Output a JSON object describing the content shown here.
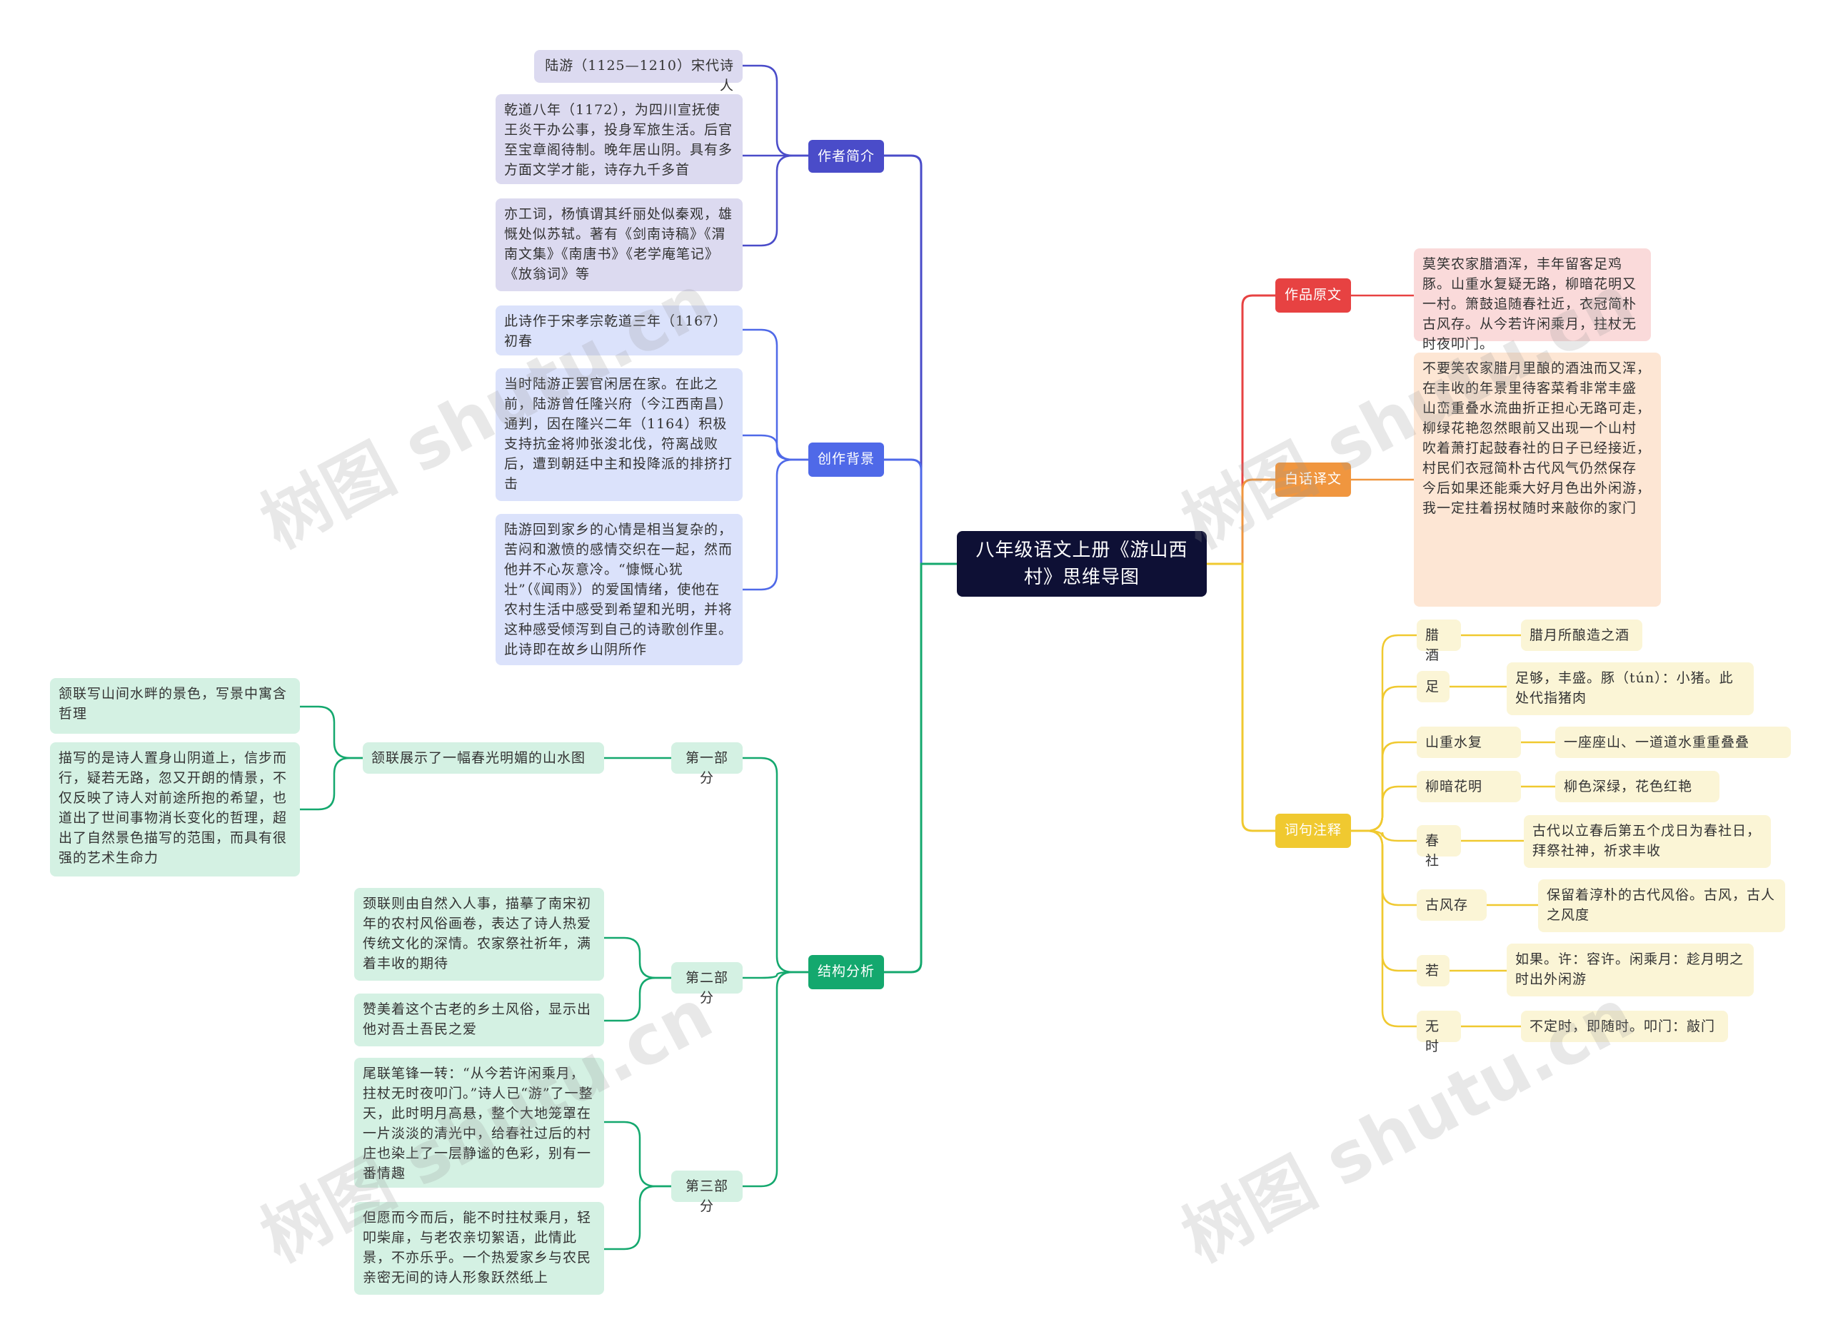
{
  "root": "八年级语文上册《游山西村》思维导图",
  "colors": {
    "root_bg": "#0e1035",
    "author": "#4a4cc9",
    "background": "#4f69e8",
    "structure": "#14a86e",
    "original": "#e74242",
    "translation": "#f0963f",
    "notes": "#f0c930"
  },
  "left": {
    "author": {
      "label": "作者简介",
      "items": [
        "陆游（1125—1210）宋代诗人",
        "乾道八年（1172），为四川宣抚使王炎干办公事，投身军旅生活。后官至宝章阁待制。晚年居山阴。具有多方面文学才能，诗存九千多首",
        "亦工词，杨慎谓其纤丽处似秦观，雄慨处似苏轼。著有《剑南诗稿》《渭南文集》《南唐书》《老学庵笔记》《放翁词》等"
      ]
    },
    "background": {
      "label": "创作背景",
      "items": [
        "此诗作于宋孝宗乾道三年（1167）初春",
        "当时陆游正罢官闲居在家。在此之前，陆游曾任隆兴府（今江西南昌）通判，因在隆兴二年（1164）积极支持抗金将帅张浚北伐，符离战败后，遭到朝廷中主和投降派的排挤打击",
        "陆游回到家乡的心情是相当复杂的，苦闷和激愤的感情交织在一起，然而他并不心灰意冷。“慷慨心犹壮”（《闻雨》）的爱国情绪，使他在农村生活中感受到希望和光明，并将这种感受倾泻到自己的诗歌创作里。此诗即在故乡山阴所作"
      ]
    },
    "structure": {
      "label": "结构分析",
      "parts": [
        {
          "label": "第一部分",
          "summary": "颔联展示了一幅春光明媚的山水图",
          "items": [
            "颔联写山间水畔的景色，写景中寓含哲理",
            "描写的是诗人置身山阴道上，信步而行，疑若无路，忽又开朗的情景，不仅反映了诗人对前途所抱的希望，也道出了世间事物消长变化的哲理，超出了自然景色描写的范围，而具有很强的艺术生命力"
          ]
        },
        {
          "label": "第二部分",
          "items": [
            "颈联则由自然入人事，描摹了南宋初年的农村风俗画卷，表达了诗人热爱传统文化的深情。农家祭社祈年，满着丰收的期待",
            "赞美着这个古老的乡土风俗，显示出他对吾土吾民之爱"
          ]
        },
        {
          "label": "第三部分",
          "items": [
            "尾联笔锋一转：“从今若许闲乘月，拄杖无时夜叩门。”诗人已“游”了一整天，此时明月高悬，整个大地笼罩在一片淡淡的清光中，给春社过后的村庄也染上了一层静谧的色彩，别有一番情趣",
            "但愿而今而后，能不时拄杖乘月，轻叩柴扉，与老农亲切絮语，此情此景，不亦乐乎。一个热爱家乡与农民亲密无间的诗人形象跃然纸上"
          ]
        }
      ]
    }
  },
  "right": {
    "original": {
      "label": "作品原文",
      "text": "莫笑农家腊酒浑，丰年留客足鸡豚。山重水复疑无路，柳暗花明又一村。箫鼓追随春社近，衣冠简朴古风存。从今若许闲乘月，拄杖无时夜叩门。"
    },
    "translation": {
      "label": "白话译文",
      "text": "不要笑农家腊月里酿的酒浊而又浑，在丰收的年景里待客菜肴非常丰盛\n山峦重叠水流曲折正担心无路可走，柳绿花艳忽然眼前又出现一个山村\n吹着萧打起鼓春社的日子已经接近，村民们衣冠简朴古代风气仍然保存\n今后如果还能乘大好月色出外闲游，我一定拄着拐杖随时来敲你的家门"
    },
    "notes": {
      "label": "词句注释",
      "items": [
        {
          "term": "腊酒",
          "def": "腊月所酿造之酒"
        },
        {
          "term": "足",
          "def": "足够，丰盛。豚（tún）：小猪。此处代指猪肉"
        },
        {
          "term": "山重水复",
          "def": "一座座山、一道道水重重叠叠"
        },
        {
          "term": "柳暗花明",
          "def": "柳色深绿，花色红艳"
        },
        {
          "term": "春社",
          "def": "古代以立春后第五个戊日为春社日，拜祭社神，祈求丰收"
        },
        {
          "term": "古风存",
          "def": "保留着淳朴的古代风俗。古风，古人之风度"
        },
        {
          "term": "若",
          "def": "如果。许：容许。闲乘月：趁月明之时出外闲游"
        },
        {
          "term": "无时",
          "def": "不定时，即随时。叩门：敲门"
        }
      ]
    }
  },
  "watermark": "树图 shutu.cn"
}
